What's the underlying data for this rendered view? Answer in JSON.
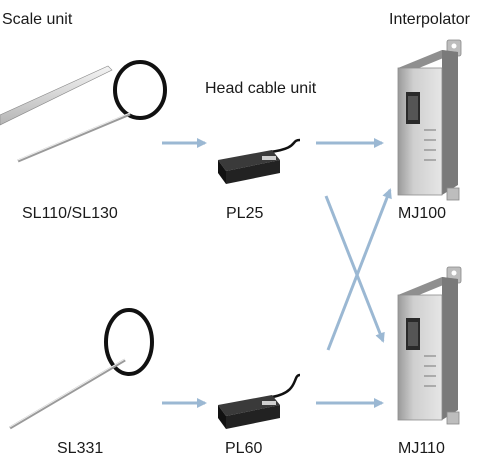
{
  "headers": {
    "scale_unit": "Scale unit",
    "head_cable_unit": "Head cable unit",
    "interpolator": "Interpolator"
  },
  "products": {
    "scale_top": "SL110/SL130",
    "scale_bottom": "SL331",
    "head_top": "PL25",
    "head_bottom": "PL60",
    "interp_top": "MJ100",
    "interp_bottom": "MJ110"
  },
  "colors": {
    "arrow": "#9bb8d3",
    "cable": "#1a1a1a",
    "device_body": "#d8d8d8",
    "head_body": "#222222"
  }
}
